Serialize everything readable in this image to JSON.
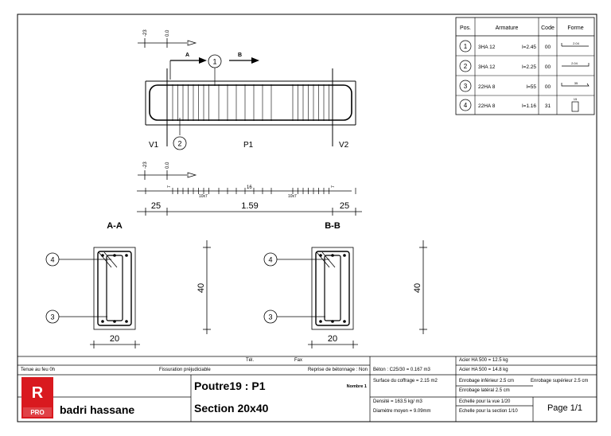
{
  "drawing": {
    "elevation": {
      "level_top": "-23",
      "level_axis": "0.0",
      "section_a_mark": "A",
      "section_b_mark": "B",
      "bar1_callout": "1",
      "bar2_callout": "2",
      "support_left": "V1",
      "beam_name": "P1",
      "support_right": "V2"
    },
    "stirrup_plan": {
      "level_top": "-23",
      "level_axis": "0.0",
      "left_count": "10x7",
      "mid_count": "16",
      "right_count": "10x7",
      "edge_left": "7",
      "edge_right": "7",
      "dim_left": "25",
      "dim_span": "1.59",
      "dim_right": "25"
    },
    "section_aa": {
      "title": "A-A",
      "callout_top": "4",
      "callout_bottom": "3",
      "width": "20",
      "height": "40"
    },
    "section_bb": {
      "title": "B-B",
      "callout_top": "4",
      "callout_bottom": "3",
      "width": "20",
      "height": "40"
    }
  },
  "bar_schedule": {
    "headers": [
      "Pos.",
      "Armature",
      "Code",
      "Forme"
    ],
    "rows": [
      {
        "pos": "1",
        "bars": "3HA 12",
        "length": "l=2.45",
        "code": "00",
        "shape_dim": "2.04"
      },
      {
        "pos": "2",
        "bars": "3HA 12",
        "length": "l=2.25",
        "code": "00",
        "shape_dim": "2.04"
      },
      {
        "pos": "3",
        "bars": "22HA 8",
        "length": "l=55",
        "code": "00",
        "shape_dim": "35"
      },
      {
        "pos": "4",
        "bars": "22HA 8",
        "length": "l=1.16",
        "code": "31",
        "shape_dim": "15"
      }
    ]
  },
  "title_block": {
    "tel_label": "Tél.",
    "fax_label": "Fax",
    "fire_rating": "Tenue au feu 0h",
    "cracking": "Fissuration préjudiciable",
    "pour_resumption": "Reprise de bétonnage : Non",
    "concrete": "Béton : C25/30 = 0.167 m3",
    "formwork": "Surface du coffrage = 2.15 m2",
    "density": "Densité = 163.5 kg/ m3",
    "mean_diameter": "Diamètre moyen = 9.09mm",
    "steel_1": "Acier HA 500 = 12.5 kg",
    "steel_2": "Acier HA 500 = 14.8 kg",
    "cover_bottom": "Enrobage inférieur 2.5 cm",
    "cover_top": "Enrobage supérieur 2.5 cm",
    "cover_side": "Enrobage latéral 2.5 cm",
    "scale_view": "Echelle pour la vue 1/20",
    "scale_section": "Echelle pour la section 1/10",
    "page": "Page 1/1",
    "element": "Poutre19 : P1",
    "section": "Section 20x40",
    "count": "Nombre 1",
    "author": "badri hassane",
    "logo_letter": "R",
    "logo_badge": "PRO",
    "logo_color": "#d9191f"
  }
}
